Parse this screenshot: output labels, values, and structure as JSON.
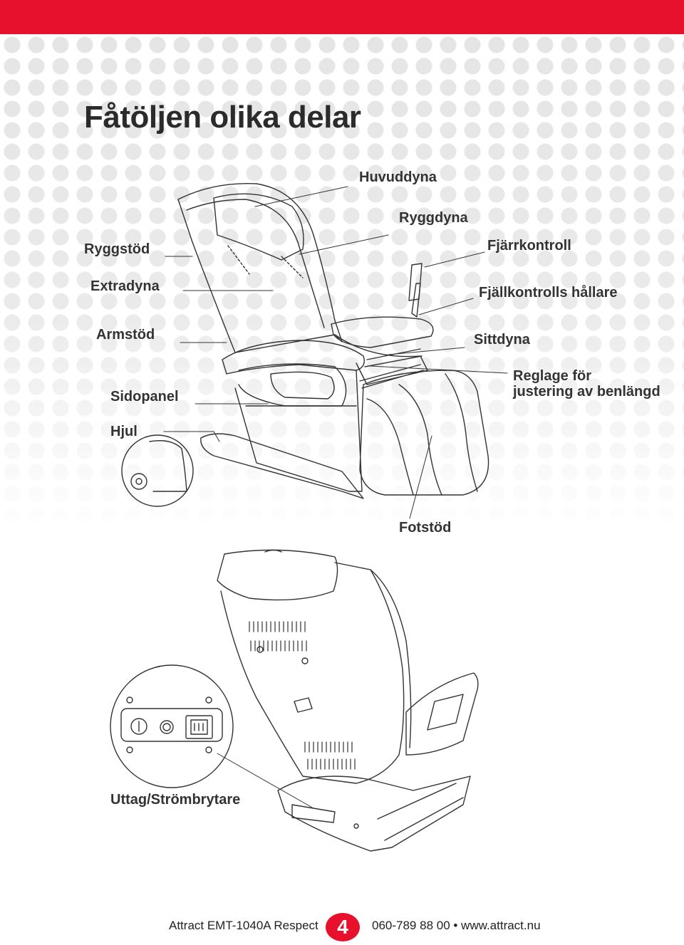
{
  "title": "Fåtöljen olika delar",
  "labels": {
    "huvuddyna": "Huvuddyna",
    "ryggdyna": "Ryggdyna",
    "ryggstod": "Ryggstöd",
    "fjarrkontroll": "Fjärrkontroll",
    "extradyna": "Extradyna",
    "fjallkontrolls_hallare": "Fjällkontrolls hållare",
    "armstod": "Armstöd",
    "sittdyna": "Sittdyna",
    "reglage_line1": "Reglage för",
    "reglage_line2": "justering av benlängd",
    "sidopanel": "Sidopanel",
    "hjul": "Hjul",
    "fotstod": "Fotstöd",
    "uttag": "Uttag/Strömbrytare"
  },
  "footer": {
    "product": "Attract EMT-1040A Respect",
    "page_number": "4",
    "contact": "060-789 88 00  •  www.attract.nu"
  },
  "colors": {
    "accent": "#e8112d"
  }
}
